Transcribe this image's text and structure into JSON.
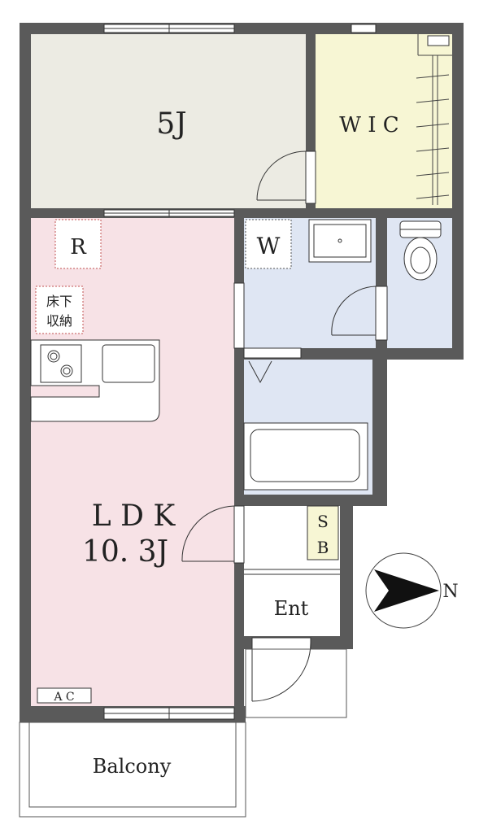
{
  "rooms": {
    "bedroom": {
      "label": "5J",
      "fill": "#ecebe3"
    },
    "wic": {
      "label": "W I C",
      "fill": "#f7f6d4"
    },
    "ldk": {
      "label_line1": "L D K",
      "label_line2": "10. 3J",
      "fill": "#f7e2e6"
    },
    "wet": {
      "fill": "#dfe6f3"
    }
  },
  "labels": {
    "refrigerator": "R",
    "washer": "W",
    "underfloor_line1": "床下",
    "underfloor_line2": "収納",
    "shoe_box_line1": "S",
    "shoe_box_line2": "B",
    "entrance": "Ent",
    "air_conditioner": "A C",
    "balcony": "Balcony",
    "north": "N"
  },
  "colors": {
    "wall": "#5a5a5a",
    "line": "#333333",
    "sb_fill": "#f7f6d4"
  }
}
